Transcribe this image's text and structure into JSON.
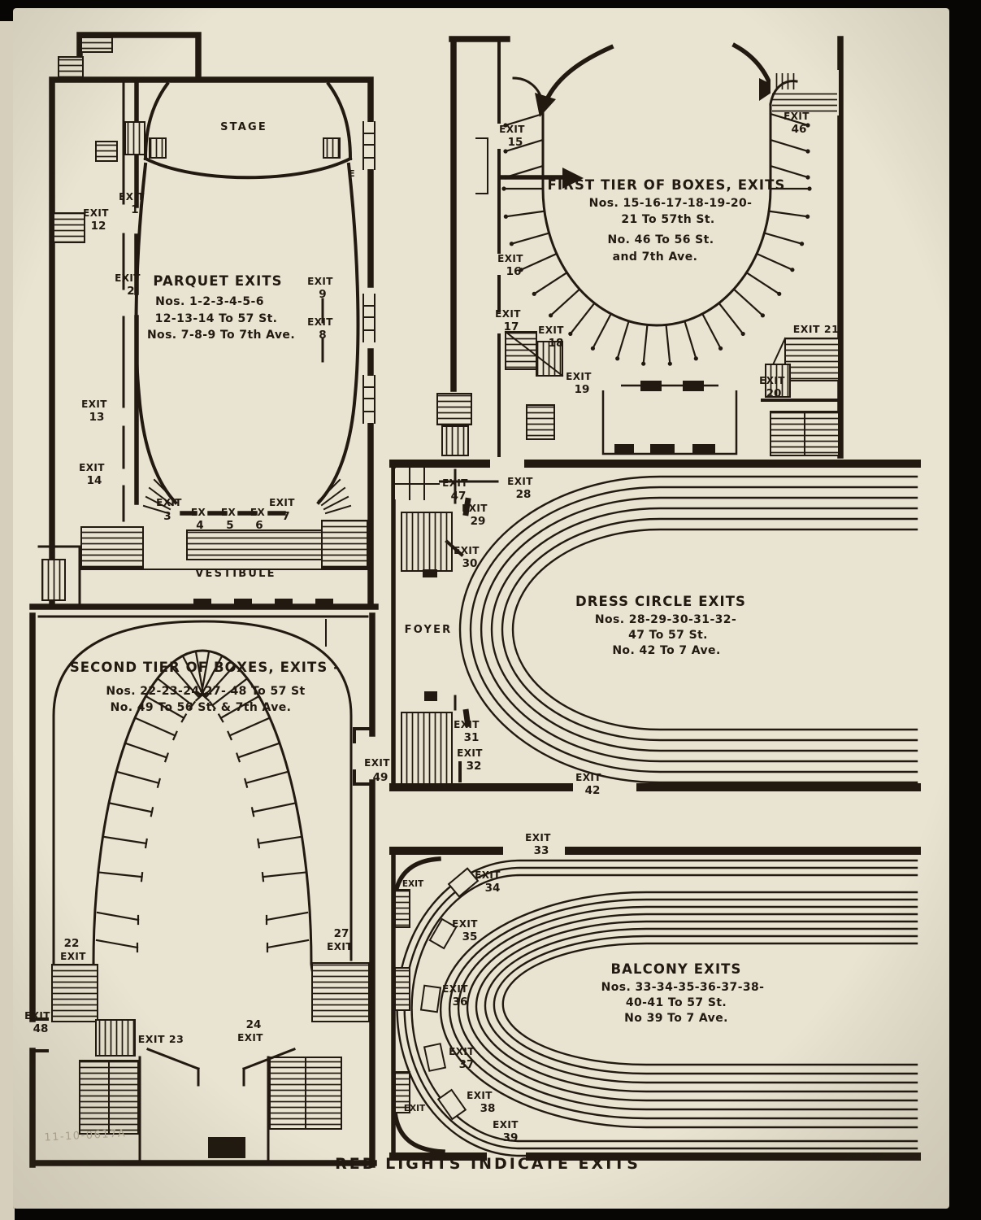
{
  "page": {
    "caption": "RED LIGHTS INDICATE EXITS",
    "pencil_note": "11-10-0617A"
  },
  "parquet": {
    "stage": "STAGE",
    "vestibule": "VESTIBULE",
    "door_e": "E",
    "title": "PARQUET EXITS",
    "line1": "Nos. 1-2-3-4-5-6",
    "line2": "12-13-14 To 57 St.",
    "line3": "Nos. 7-8-9 To 7th Ave.",
    "e1": {
      "w": "EXIT",
      "n": "1"
    },
    "e2": {
      "w": "EXIT",
      "n": "2"
    },
    "e3": {
      "w": "EXIT",
      "n": "3"
    },
    "e4": {
      "w": "EX",
      "n": "4"
    },
    "e5": {
      "w": "EX",
      "n": "5"
    },
    "e6": {
      "w": "EX",
      "n": "6"
    },
    "e7": {
      "w": "EXIT",
      "n": "7"
    },
    "e8": {
      "w": "EXIT",
      "n": "8"
    },
    "e9": {
      "w": "EXIT",
      "n": "9"
    },
    "e12": {
      "w": "EXIT",
      "n": "12"
    },
    "e13": {
      "w": "EXIT",
      "n": "13"
    },
    "e14": {
      "w": "EXIT",
      "n": "14"
    }
  },
  "first_tier": {
    "title": "FIRST TIER OF BOXES, EXITS",
    "line1": "Nos. 15-16-17-18-19-20-",
    "line2": "21 To 57th St.",
    "line3": "No. 46 To 56 St.",
    "line4": "and 7th Ave.",
    "e15": {
      "w": "EXIT",
      "n": "15"
    },
    "e16": {
      "w": "EXIT",
      "n": "16"
    },
    "e17": {
      "w": "EXIT",
      "n": "17"
    },
    "e18": {
      "w": "EXIT",
      "n": "18"
    },
    "e19": {
      "w": "EXIT",
      "n": "19"
    },
    "e20": {
      "w": "EXIT",
      "n": "20"
    },
    "e21": "EXIT 21",
    "e46": {
      "w": "EXIT",
      "n": "46"
    }
  },
  "dress_circle": {
    "title": "DRESS CIRCLE EXITS",
    "line1": "Nos. 28-29-30-31-32-",
    "line2": "47 To 57 St.",
    "line3": "No. 42 To 7 Ave.",
    "foyer": "FOYER",
    "e28": {
      "w": "EXIT",
      "n": "28"
    },
    "e29": {
      "w": "EXIT",
      "n": "29"
    },
    "e30": {
      "w": "EXIT",
      "n": "30"
    },
    "e31": {
      "w": "EXIT",
      "n": "31"
    },
    "e32": {
      "w": "EXIT",
      "n": "32"
    },
    "e42": {
      "w": "EXIT",
      "n": "42"
    },
    "e47": {
      "w": "EXIT",
      "n": "47"
    }
  },
  "second_tier": {
    "title": "SECOND TIER OF BOXES, EXITS -",
    "line1": "Nos. 22-23-24-27- 48 To 57 St",
    "line2": "No. 49 To 56 St. & 7th Ave.",
    "e22": {
      "w": "EXIT",
      "n": "22"
    },
    "e23": "EXIT 23",
    "e24": {
      "w": "EXIT",
      "n": "24"
    },
    "e27": {
      "w": "EXIT",
      "n": "27"
    },
    "e48": {
      "w": "EXIT",
      "n": "48"
    },
    "e49": {
      "w": "EXIT",
      "n": "49"
    }
  },
  "balcony": {
    "title": "BALCONY EXITS",
    "line1": "Nos. 33-34-35-36-37-38-",
    "line2": "40-41 To 57 St.",
    "line3": "No 39 To 7 Ave.",
    "exit_word": "EXIT",
    "e33": {
      "w": "EXIT",
      "n": "33"
    },
    "e34": {
      "w": "EXIT",
      "n": "34"
    },
    "e35": {
      "w": "EXIT",
      "n": "35"
    },
    "e36": {
      "w": "EXIT",
      "n": "36"
    },
    "e37": {
      "w": "EXIT",
      "n": "37"
    },
    "e38": {
      "w": "EXIT",
      "n": "38"
    },
    "e39": {
      "w": "EXIT",
      "n": "39"
    }
  }
}
